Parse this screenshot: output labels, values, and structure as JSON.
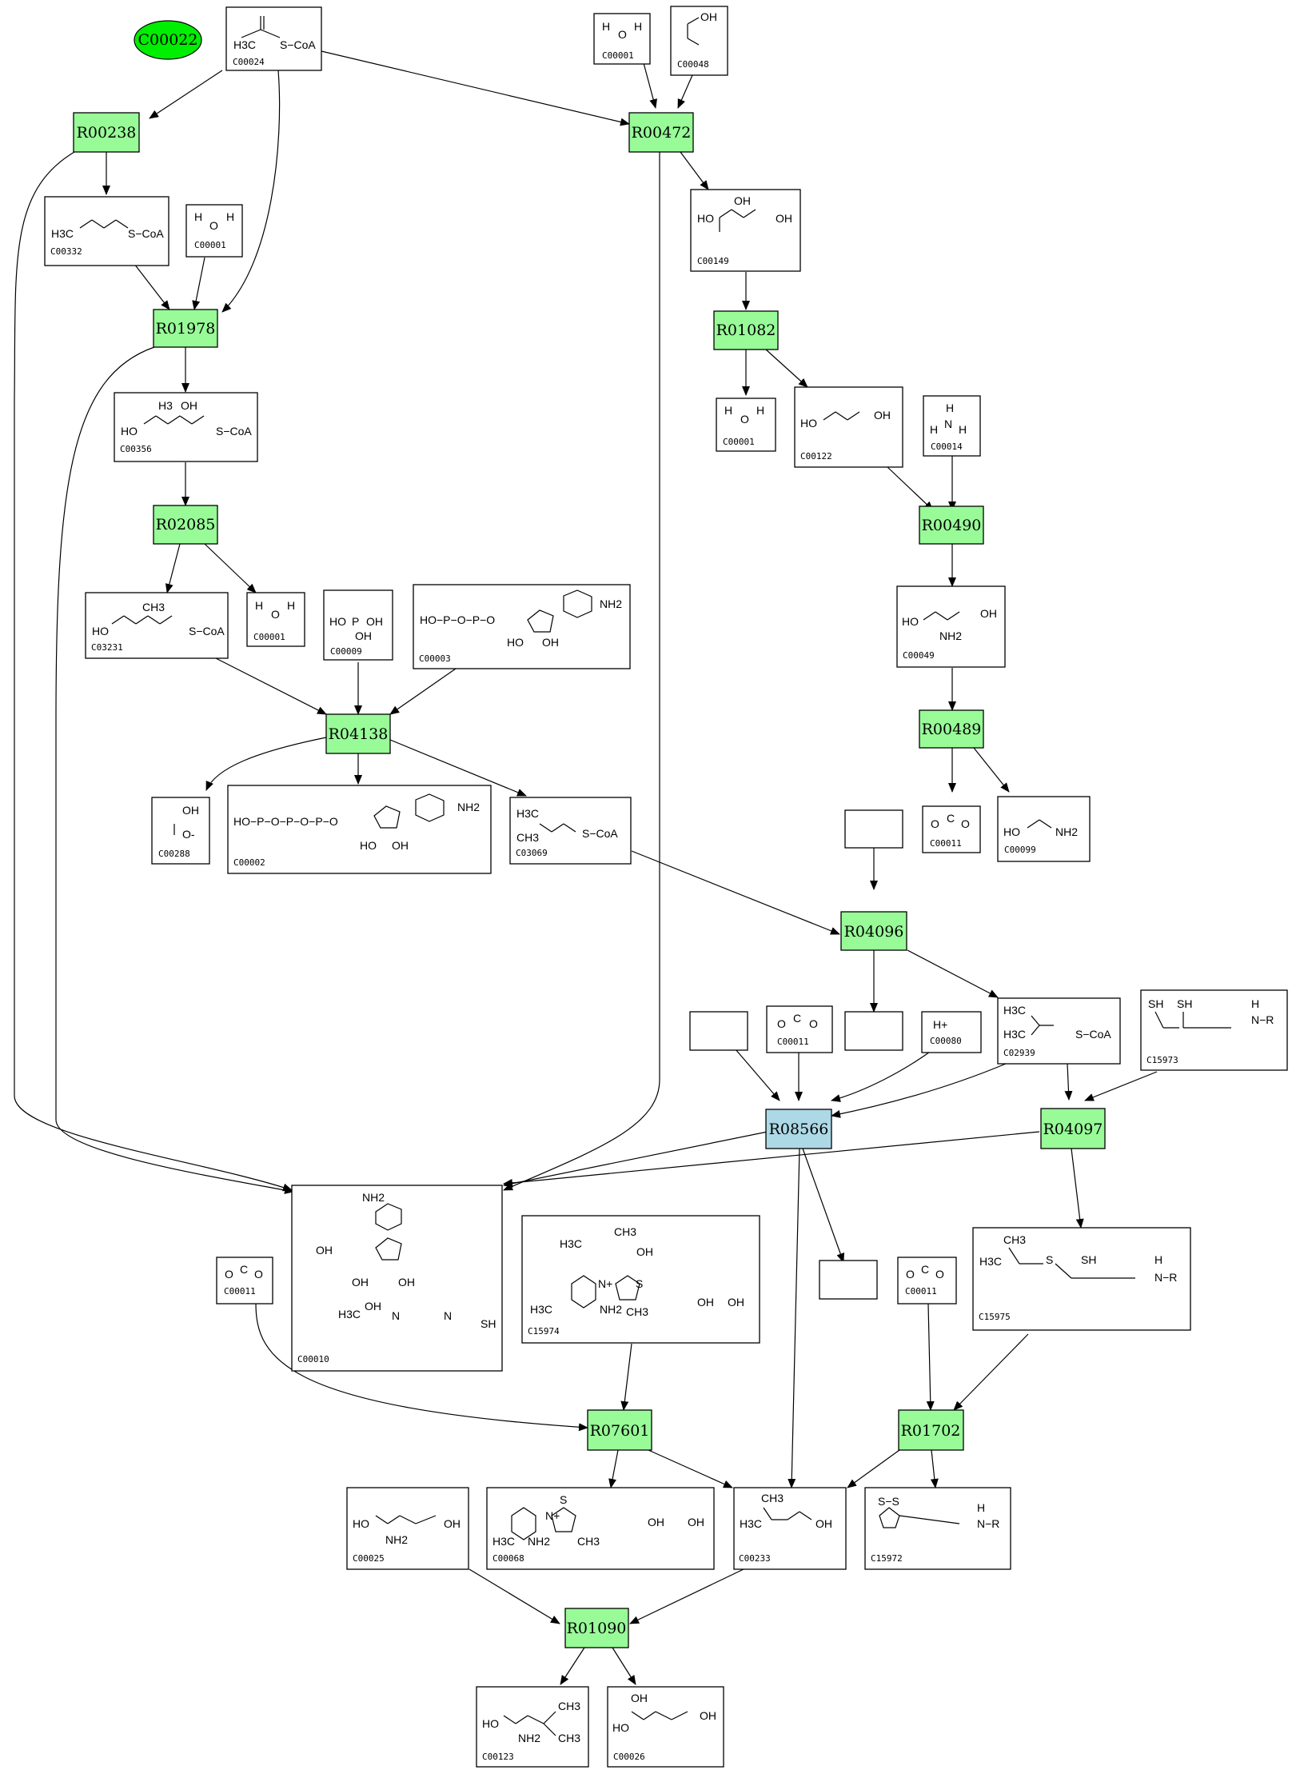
{
  "ellipse_node": {
    "label": "C00022",
    "color": "#00ee00"
  },
  "colors": {
    "reaction": "#98fb98",
    "reaction_highlight": "#add8e6",
    "ellipse": "#00ee00"
  },
  "reactions": [
    {
      "id": "R00238"
    },
    {
      "id": "R00472"
    },
    {
      "id": "R01978"
    },
    {
      "id": "R01082"
    },
    {
      "id": "R02085"
    },
    {
      "id": "R00490"
    },
    {
      "id": "R04138"
    },
    {
      "id": "R00489"
    },
    {
      "id": "R04096"
    },
    {
      "id": "R08566"
    },
    {
      "id": "R04097"
    },
    {
      "id": "R07601"
    },
    {
      "id": "R01702"
    },
    {
      "id": "R01090"
    }
  ],
  "compounds": [
    {
      "id": "C00024",
      "formula_text": [
        "H3C",
        "S−CoA"
      ]
    },
    {
      "id": "C00001",
      "formula_text": [
        "H",
        "O",
        "H"
      ]
    },
    {
      "id": "C00048",
      "formula_text": [
        "OH"
      ]
    },
    {
      "id": "C00332",
      "formula_text": [
        "H3C",
        "S−CoA"
      ]
    },
    {
      "id": "C00001",
      "formula_text": [
        "H",
        "O",
        "H"
      ]
    },
    {
      "id": "C00149",
      "formula_text": [
        "HO",
        "OH",
        "OH"
      ]
    },
    {
      "id": "C00356",
      "formula_text": [
        "HO",
        "H3",
        "OH",
        "S−CoA"
      ]
    },
    {
      "id": "C00001",
      "formula_text": [
        "H",
        "O",
        "H"
      ]
    },
    {
      "id": "C00122",
      "formula_text": [
        "HO",
        "OH"
      ]
    },
    {
      "id": "C00014",
      "formula_text": [
        "H",
        "N",
        "H",
        "H"
      ]
    },
    {
      "id": "C03231",
      "formula_text": [
        "HO",
        "CH3",
        "S−CoA"
      ]
    },
    {
      "id": "C00001",
      "formula_text": [
        "H",
        "O",
        "H"
      ]
    },
    {
      "id": "C00009",
      "formula_text": [
        "HO",
        "P",
        "OH",
        "OH"
      ]
    },
    {
      "id": "C00003",
      "formula_text": [
        "HO−P−O−P−O",
        "NH2",
        "HO",
        "OH"
      ]
    },
    {
      "id": "C00049",
      "formula_text": [
        "HO",
        "NH2",
        "OH"
      ]
    },
    {
      "id": "C00288",
      "formula_text": [
        "OH",
        "O-"
      ]
    },
    {
      "id": "C00002",
      "formula_text": [
        "HO−P−O−P−O−P−O",
        "NH2",
        "HO",
        "OH"
      ]
    },
    {
      "id": "C03069",
      "formula_text": [
        "H3C",
        "CH3",
        "S−CoA"
      ]
    },
    {
      "id": "C00011",
      "formula_text": [
        "O",
        "C",
        "O"
      ]
    },
    {
      "id": "C00099",
      "formula_text": [
        "HO",
        "NH2"
      ]
    },
    {
      "id": "C00011",
      "formula_text": [
        "O",
        "C",
        "O"
      ]
    },
    {
      "id": "C00080",
      "formula_text": [
        "H+"
      ]
    },
    {
      "id": "C02939",
      "formula_text": [
        "H3C",
        "H3C",
        "S−CoA"
      ]
    },
    {
      "id": "C15973",
      "formula_text": [
        "SH",
        "SH",
        "H",
        "N−R"
      ]
    },
    {
      "id": "C00010",
      "formula_text": [
        "NH2",
        "OH",
        "OH",
        "OH",
        "H3C",
        "OH",
        "N",
        "N",
        "SH"
      ]
    },
    {
      "id": "C15974",
      "formula_text": [
        "CH3",
        "H3C",
        "OH",
        "S",
        "N+",
        "NH2",
        "CH3",
        "H3C",
        "OH",
        "OH"
      ]
    },
    {
      "id": "C00011",
      "formula_text": [
        "O",
        "C",
        "O"
      ]
    },
    {
      "id": "C00011",
      "formula_text": [
        "O",
        "C",
        "O"
      ]
    },
    {
      "id": "C15975",
      "formula_text": [
        "CH3",
        "H3C",
        "S",
        "SH",
        "H",
        "N−R"
      ]
    },
    {
      "id": "C00025",
      "formula_text": [
        "HO",
        "NH2",
        "OH"
      ]
    },
    {
      "id": "C00068",
      "formula_text": [
        "S",
        "N+",
        "H3C",
        "NH2",
        "CH3",
        "OH",
        "OH"
      ]
    },
    {
      "id": "C00233",
      "formula_text": [
        "CH3",
        "H3C",
        "OH"
      ]
    },
    {
      "id": "C15972",
      "formula_text": [
        "S−S",
        "H",
        "N−R"
      ]
    },
    {
      "id": "C00123",
      "formula_text": [
        "HO",
        "NH2",
        "CH3",
        "CH3"
      ]
    },
    {
      "id": "C00026",
      "formula_text": [
        "OH",
        "HO",
        "OH"
      ]
    }
  ]
}
